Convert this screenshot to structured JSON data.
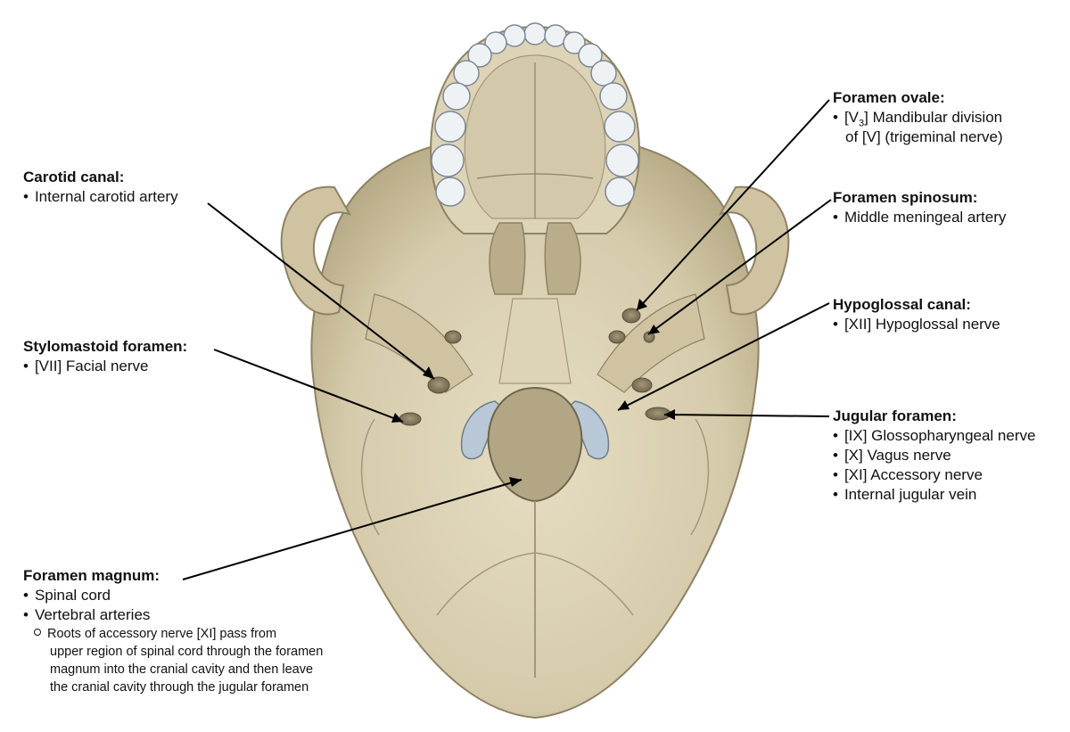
{
  "colors": {
    "bone": "#d9cfb3",
    "bone_shadow": "#a99d7d",
    "bone_dark": "#6f654c",
    "tooth": "#eef2f5",
    "cartilage": "#b9c8d6",
    "leader": "#000000"
  },
  "labels": {
    "carotid": {
      "title": "Carotid canal:",
      "items": [
        "Internal carotid artery"
      ]
    },
    "stylomastoid": {
      "title": "Stylomastoid foramen:",
      "items": [
        "[VII] Facial nerve"
      ]
    },
    "magnum": {
      "title": "Foramen magnum:",
      "items": [
        "Spinal cord",
        "Vertebral arteries"
      ],
      "note_lines": [
        "Roots of accessory nerve [XI] pass from",
        "upper region of spinal cord through the foramen",
        "magnum into the cranial cavity and then leave",
        "the cranial cavity through the jugular foramen"
      ]
    },
    "ovale": {
      "title": "Foramen ovale:",
      "item_prefix": "[V",
      "item_subscript": "3",
      "item_rest": "] Mandibular division",
      "item_cont": "of [V] (trigeminal nerve)"
    },
    "spinosum": {
      "title": "Foramen spinosum:",
      "items": [
        "Middle meningeal artery"
      ]
    },
    "hypoglossal": {
      "title": "Hypoglossal canal:",
      "items": [
        "[XII] Hypoglossal nerve"
      ]
    },
    "jugular": {
      "title": "Jugular foramen:",
      "items": [
        "[IX] Glossopharyngeal nerve",
        "[X] Vagus nerve",
        "[XI] Accessory nerve",
        "Internal jugular vein"
      ]
    }
  }
}
